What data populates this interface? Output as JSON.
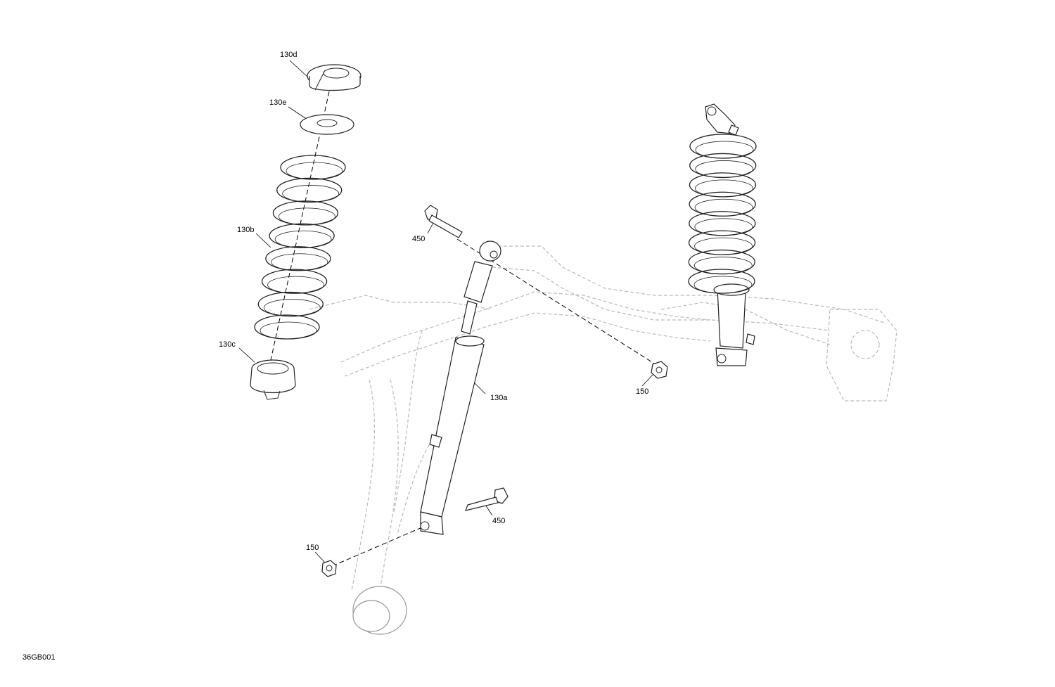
{
  "diagram": {
    "figure_code": "36GB001",
    "callouts": {
      "c130d": "130d",
      "c130e": "130e",
      "c130b": "130b",
      "c130c": "130c",
      "c450_top": "450",
      "c130a": "130a",
      "c150_right": "150",
      "c450_bottom": "450",
      "c150_bottom": "150"
    }
  }
}
